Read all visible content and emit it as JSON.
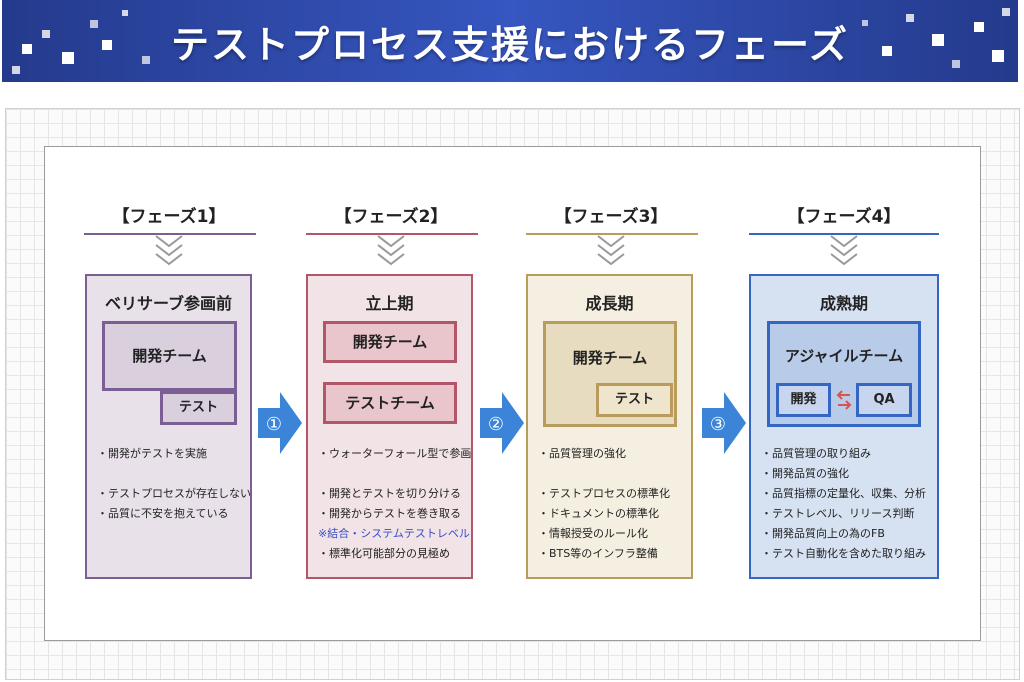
{
  "header": {
    "title": "テストプロセス支援におけるフェーズ"
  },
  "colors": {
    "banner": "#3656c0",
    "phase1": "#7b5e94",
    "phase2": "#b2576a",
    "phase3": "#b89c5c",
    "phase4": "#3467c4",
    "arrow": "#3b84d8",
    "note_text": "#3a4fc9"
  },
  "phases": [
    {
      "label": "【フェーズ1】",
      "card_title": "ベリサーブ参画前",
      "boxes": [
        "開発チーム",
        "テスト"
      ],
      "bullets": [
        "・開発がテストを実施",
        "",
        "・テストプロセスが存在しない",
        "・品質に不安を抱えている"
      ]
    },
    {
      "label": "【フェーズ2】",
      "card_title": "立上期",
      "boxes": [
        "開発チーム",
        "テストチーム"
      ],
      "bullets": [
        "・ウォーターフォール型で参画",
        "",
        "・開発とテストを切り分ける",
        "・開発からテストを巻き取る",
        "※結合・システムテストレベル",
        "・標準化可能部分の見極め"
      ]
    },
    {
      "label": "【フェーズ3】",
      "card_title": "成長期",
      "boxes": [
        "開発チーム",
        "テスト"
      ],
      "bullets": [
        "・品質管理の強化",
        "",
        "・テストプロセスの標準化",
        "・ドキュメントの標準化",
        "・情報授受のルール化",
        "・BTS等のインフラ整備"
      ]
    },
    {
      "label": "【フェーズ4】",
      "card_title": "成熟期",
      "boxes": [
        "アジャイルチーム",
        "開発",
        "QA"
      ],
      "bullets": [
        "・品質管理の取り組み",
        "・開発品質の強化",
        "・品質指標の定量化、収集、分析",
        "・テストレベル、リリース判断",
        "・開発品質向上の為のFB",
        "・テスト自動化を含めた取り組み"
      ]
    }
  ],
  "steps": [
    "①",
    "②",
    "③"
  ]
}
